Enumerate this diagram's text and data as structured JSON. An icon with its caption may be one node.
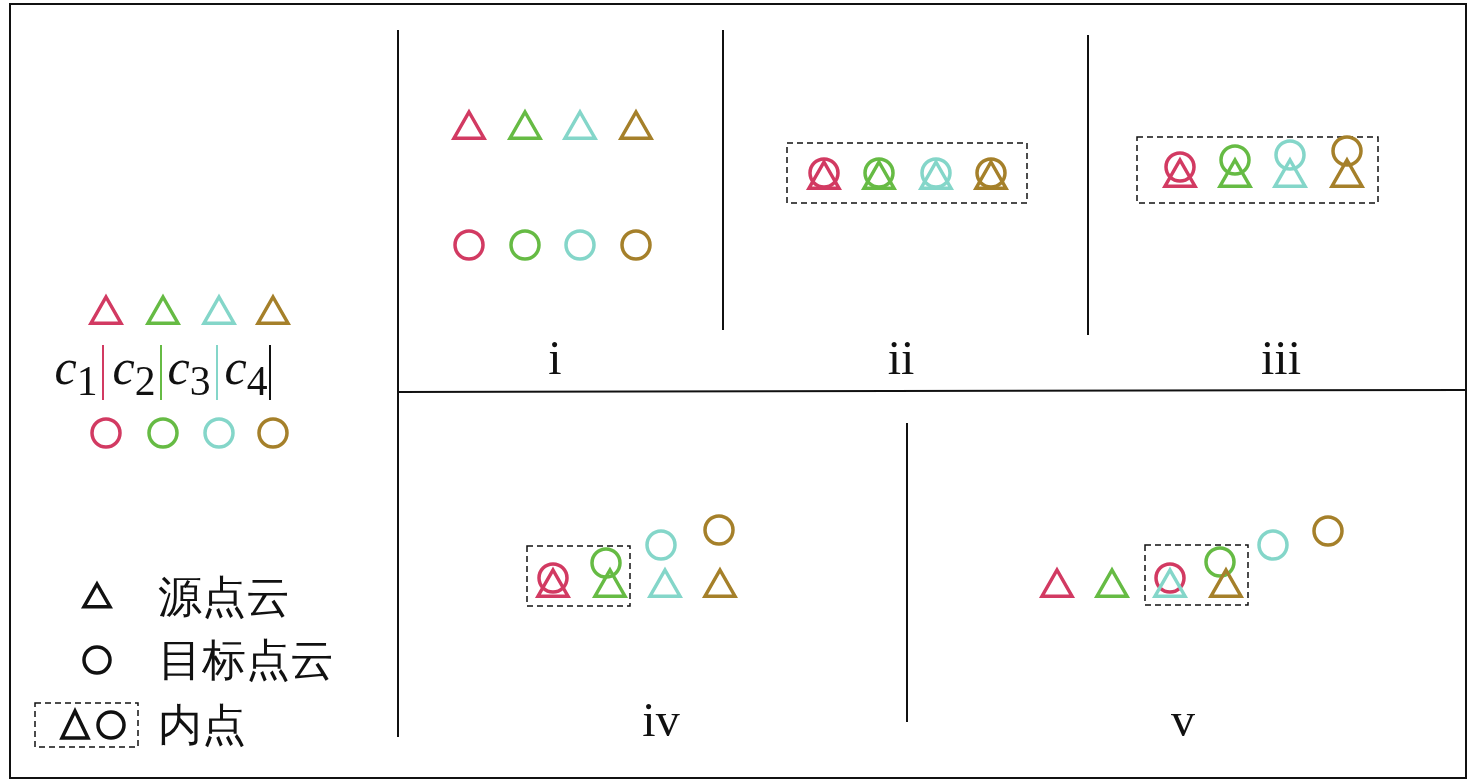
{
  "diagram": {
    "labels": [
      "*c*$_{1}$",
      "*c*$_{2}$",
      "*c*$_{3}$",
      "*c*$_{4}$",
      "i",
      "ii",
      "iii",
      "iv",
      "v"
    ],
    "legend": [
      {
        "text": "源点云"
      },
      {
        "text": "目标点云"
      },
      {
        "text": "内点"
      }
    ]
  }
}
